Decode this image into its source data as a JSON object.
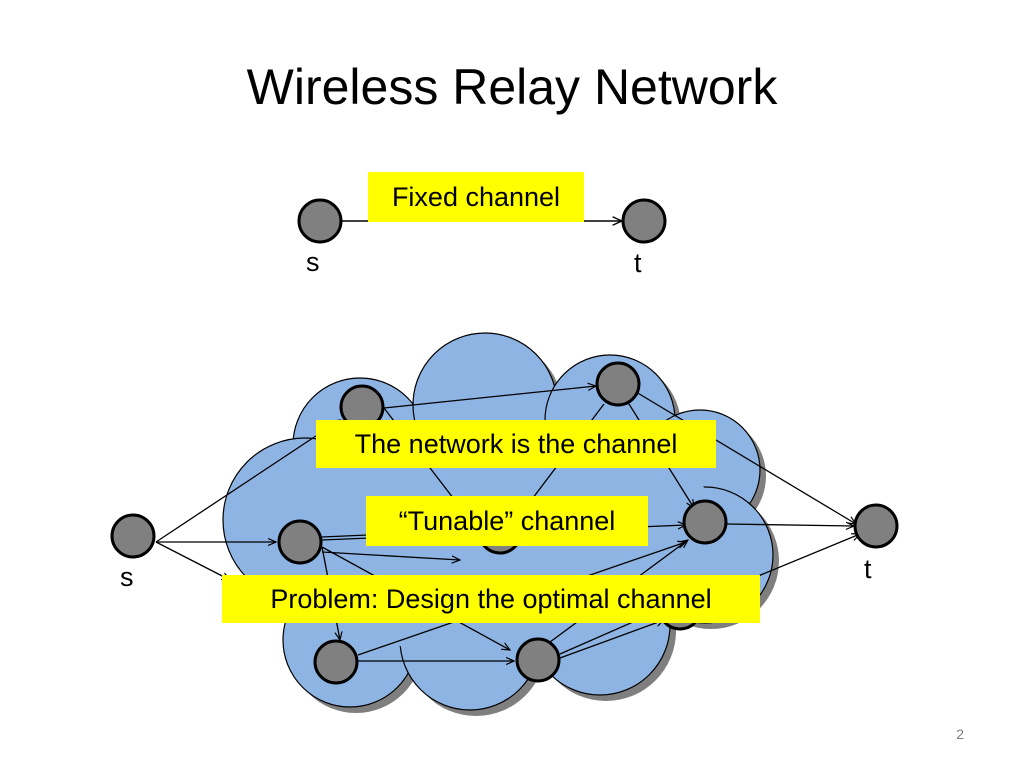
{
  "slide": {
    "title": "Wireless Relay Network",
    "page_number": "2"
  },
  "top_diagram": {
    "callout": "Fixed channel",
    "source_label": "s",
    "target_label": "t"
  },
  "network_diagram": {
    "callouts": {
      "network": "The network is the channel",
      "tunable": "“Tunable” channel",
      "problem": "Problem: Design the optimal channel"
    },
    "source_label": "s",
    "target_label": "t"
  },
  "colors": {
    "highlight": "#ffff00",
    "cloud_fill": "#8eb4e3",
    "cloud_shadow": "#7f7f7f",
    "node_fill": "#808080"
  }
}
